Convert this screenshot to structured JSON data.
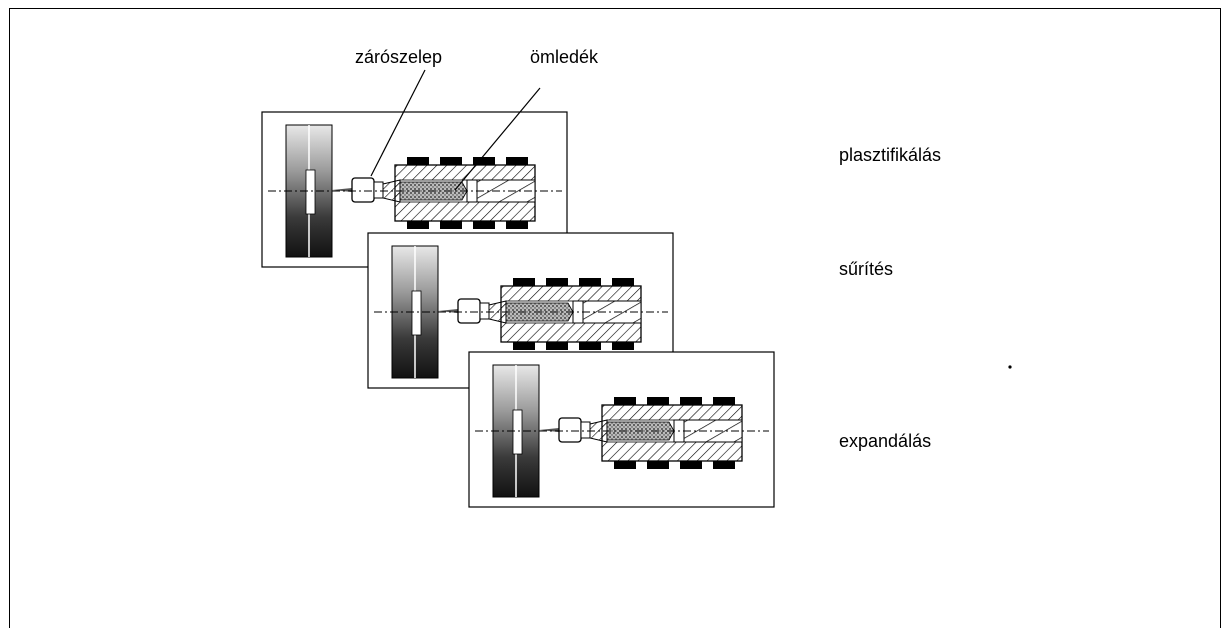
{
  "labels": {
    "valve": "zárószelep",
    "melt": "ömledék"
  },
  "stages": [
    "plasztifikálás",
    "sűrítés",
    "expandálás"
  ]
}
